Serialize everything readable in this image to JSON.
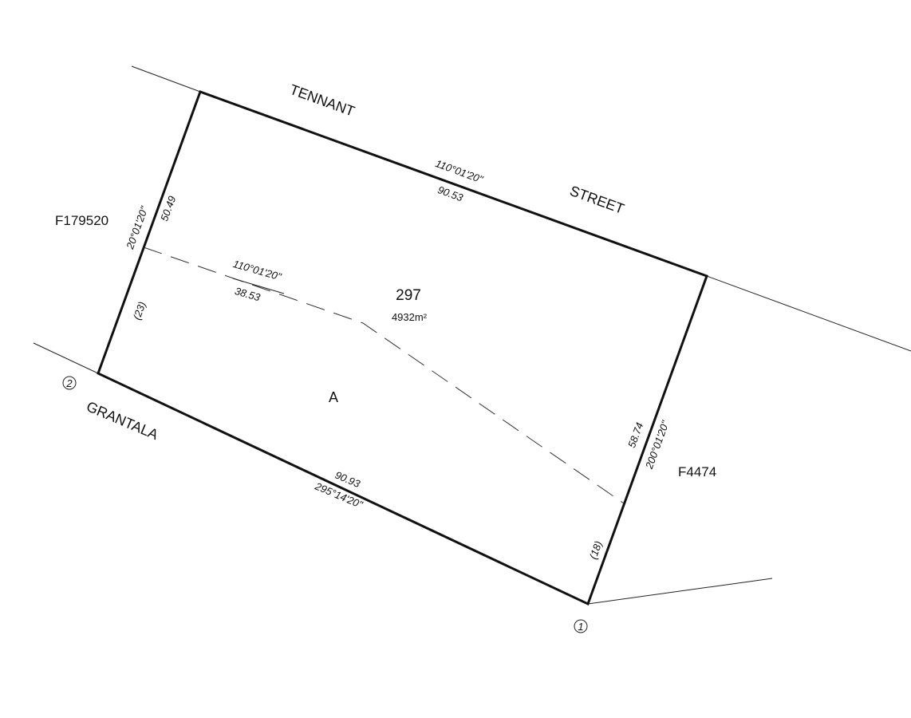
{
  "streets": {
    "north_word1": "TENNANT",
    "north_word2": "STREET",
    "south": "GRANTALA"
  },
  "lot": {
    "number": "297",
    "area": "4932m²",
    "portion": "A"
  },
  "adjoining": {
    "west": "F179520",
    "east": "F4474"
  },
  "boundaries": {
    "north": {
      "bearing": "110°01'20\"",
      "distance": "90.53"
    },
    "west": {
      "bearing": "20°01'20\"",
      "distance": "50.49",
      "segment": "(23)"
    },
    "east": {
      "bearing": "200°01'20\"",
      "distance": "58.74",
      "segment": "(18)"
    },
    "south": {
      "bearing": "295°14'20\"",
      "distance": "90.93"
    },
    "internal": {
      "bearing": "110°01'20\"",
      "distance": "38.53"
    }
  },
  "points": {
    "p1": "1",
    "p2": "2"
  },
  "colors": {
    "line": "#111111",
    "background": "#ffffff"
  }
}
